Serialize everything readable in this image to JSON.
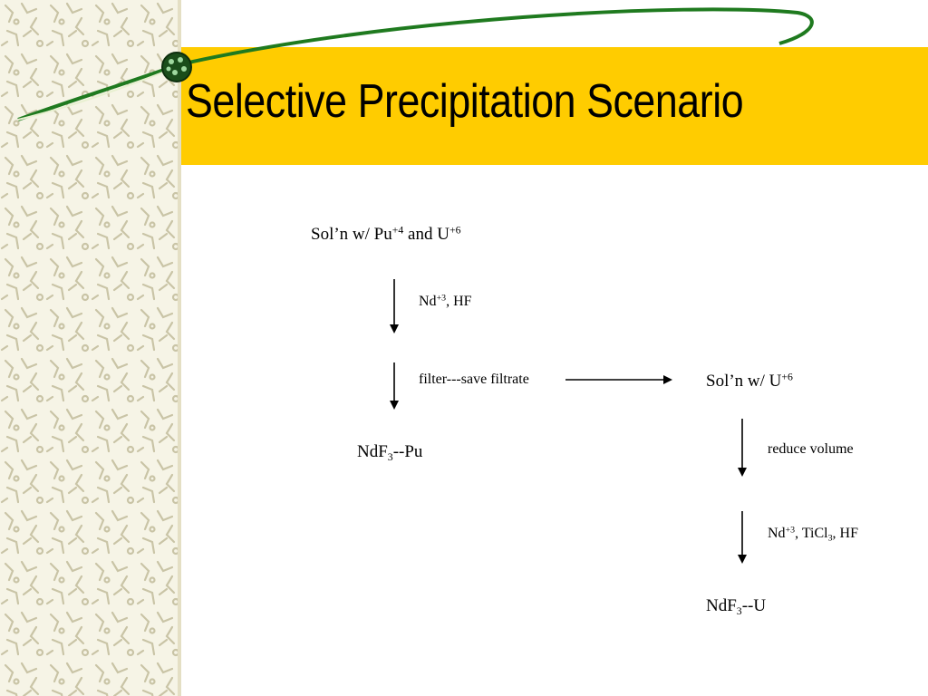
{
  "slide": {
    "title": "Selective Precipitation Scenario"
  },
  "flow": {
    "start": {
      "prefix": "Sol’n w/ Pu",
      "sup1": "+4",
      "mid": " and U",
      "sup2": "+6"
    },
    "step1": {
      "prefix": "Nd",
      "sup": "+3",
      "suffix": ", HF"
    },
    "step2": "filter---save filtrate",
    "product1": {
      "prefix": "NdF",
      "sub": "3",
      "suffix": "--Pu"
    },
    "filtrate": {
      "prefix": "Sol’n w/ U",
      "sup": "+6"
    },
    "step3": "reduce volume",
    "step4": {
      "prefix": "Nd",
      "sup": "+3",
      "mid": ", TiCl",
      "sub": "3",
      "suffix": ", HF"
    },
    "product2": {
      "prefix": "NdF",
      "sub": "3",
      "suffix": "--U"
    }
  },
  "theme": {
    "band_color": "#ffcc00",
    "swoosh_color": "#1f7a1f",
    "pattern_color": "#c9c4a6",
    "panel_color": "#f6f4e6"
  }
}
